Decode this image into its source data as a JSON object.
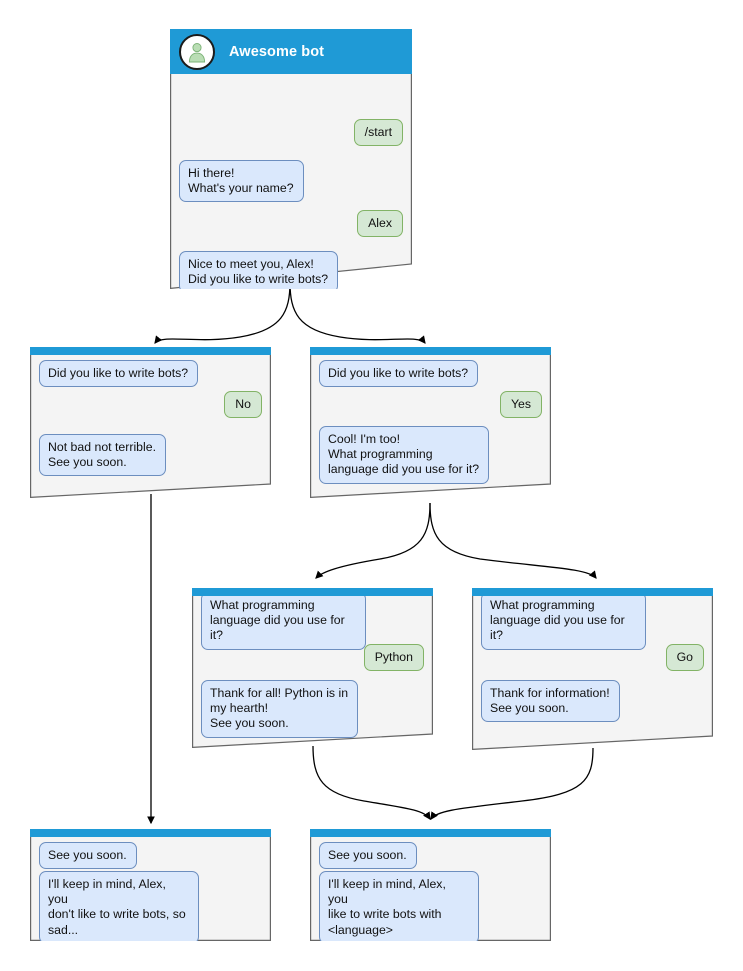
{
  "diagram": {
    "title": "Awesome bot conversation flow",
    "colors": {
      "header_blue": "#1f9ad6",
      "window_bg": "#f4f4f4",
      "window_border": "#666666",
      "bot_bubble_fill": "#dae8fc",
      "bot_bubble_border": "#6c8ebf",
      "user_bubble_fill": "#d5e8d4",
      "user_bubble_border": "#82b366",
      "edge_stroke": "#000000",
      "avatar_person": "#b9ddb4"
    },
    "icons": {
      "avatar": "person-avatar-icon"
    }
  },
  "nodes": {
    "root": {
      "id": "root",
      "header_title": "Awesome bot",
      "messages": [
        {
          "from": "user",
          "text": "/start"
        },
        {
          "from": "bot",
          "text": "Hi there!\nWhat's your name?"
        },
        {
          "from": "user",
          "text": "Alex"
        },
        {
          "from": "bot",
          "text": "Nice to meet you, Alex!\nDid you like to write bots?"
        }
      ]
    },
    "no_branch": {
      "id": "no-branch",
      "messages": [
        {
          "from": "bot",
          "text": "Did you like to write bots?"
        },
        {
          "from": "user",
          "text": "No"
        },
        {
          "from": "bot",
          "text": "Not bad not terrible.\nSee you soon."
        }
      ]
    },
    "yes_branch": {
      "id": "yes-branch",
      "messages": [
        {
          "from": "bot",
          "text": "Did you like to write bots?"
        },
        {
          "from": "user",
          "text": "Yes"
        },
        {
          "from": "bot",
          "text": "Cool! I'm too!\nWhat programming\nlanguage did you use for it?"
        }
      ]
    },
    "python_branch": {
      "id": "python-branch",
      "messages": [
        {
          "from": "bot",
          "text": "What programming\nlanguage did you use for it?"
        },
        {
          "from": "user",
          "text": "Python"
        },
        {
          "from": "bot",
          "text": "Thank for all! Python is in\nmy hearth!\nSee you soon."
        }
      ]
    },
    "go_branch": {
      "id": "go-branch",
      "messages": [
        {
          "from": "bot",
          "text": "What programming\nlanguage did you use for it?"
        },
        {
          "from": "user",
          "text": "Go"
        },
        {
          "from": "bot",
          "text": "Thank for information!\nSee you soon."
        }
      ]
    },
    "end_sad": {
      "id": "end-sad",
      "messages": [
        {
          "from": "bot",
          "text": "See you soon."
        },
        {
          "from": "bot",
          "text": "I'll keep in mind, Alex, you\ndon't like to write bots, so\nsad..."
        }
      ]
    },
    "end_happy": {
      "id": "end-happy",
      "messages": [
        {
          "from": "bot",
          "text": "See you soon."
        },
        {
          "from": "bot",
          "text": "I'll keep in mind, Alex, you\nlike to write bots with\n<language>"
        }
      ]
    }
  }
}
